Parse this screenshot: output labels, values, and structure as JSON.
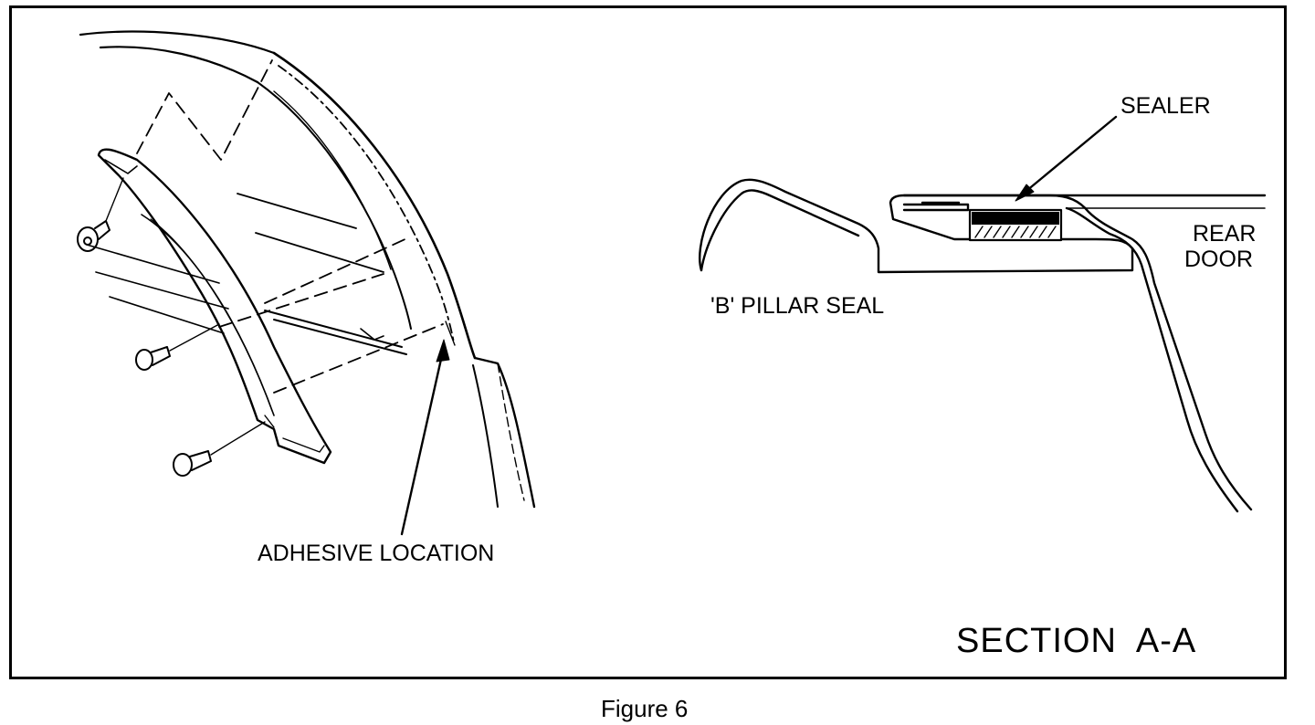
{
  "figure": {
    "caption": "Figure 6"
  },
  "left_view": {
    "callout_adhesive": "ADHESIVE LOCATION"
  },
  "section_view": {
    "title": "SECTION  A-A",
    "callout_sealer": "SEALER",
    "callout_rear": "REAR",
    "callout_door": "DOOR",
    "callout_pillar_seal": "'B' PILLAR SEAL"
  }
}
